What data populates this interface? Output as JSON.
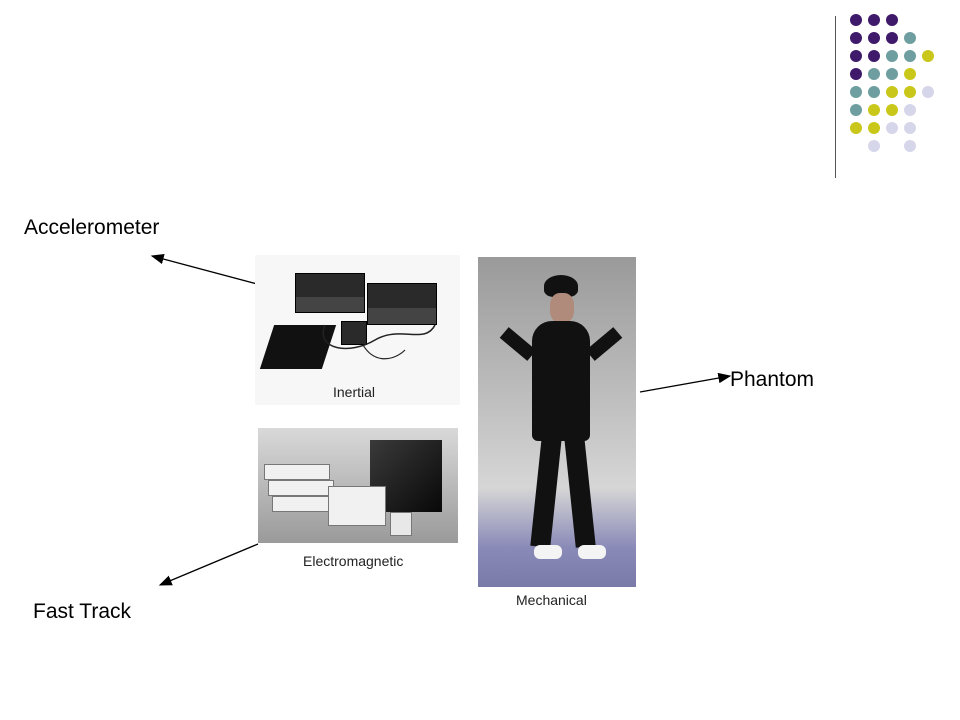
{
  "labels": {
    "accelerometer": "Accelerometer",
    "phantom": "Phantom",
    "fast_track": "Fast Track"
  },
  "captions": {
    "inertial": "Inertial",
    "electromagnetic": "Electromagnetic",
    "mechanical": "Mechanical"
  },
  "colors": {
    "purple": "#3f1a6b",
    "teal": "#6f9ea0",
    "yellow": "#c9c81a",
    "lavender": "#d6d6ea"
  },
  "dot_grid": [
    [
      "purple",
      "purple",
      "purple",
      "",
      "",
      ""
    ],
    [
      "purple",
      "purple",
      "purple",
      "teal",
      "",
      ""
    ],
    [
      "purple",
      "purple",
      "teal",
      "teal",
      "yellow",
      ""
    ],
    [
      "purple",
      "teal",
      "teal",
      "yellow",
      "",
      ""
    ],
    [
      "teal",
      "teal",
      "yellow",
      "yellow",
      "lavender",
      ""
    ],
    [
      "teal",
      "yellow",
      "yellow",
      "lavender",
      "",
      ""
    ],
    [
      "yellow",
      "yellow",
      "lavender",
      "lavender",
      "",
      ""
    ],
    [
      "",
      "lavender",
      "",
      "lavender",
      "",
      ""
    ]
  ]
}
